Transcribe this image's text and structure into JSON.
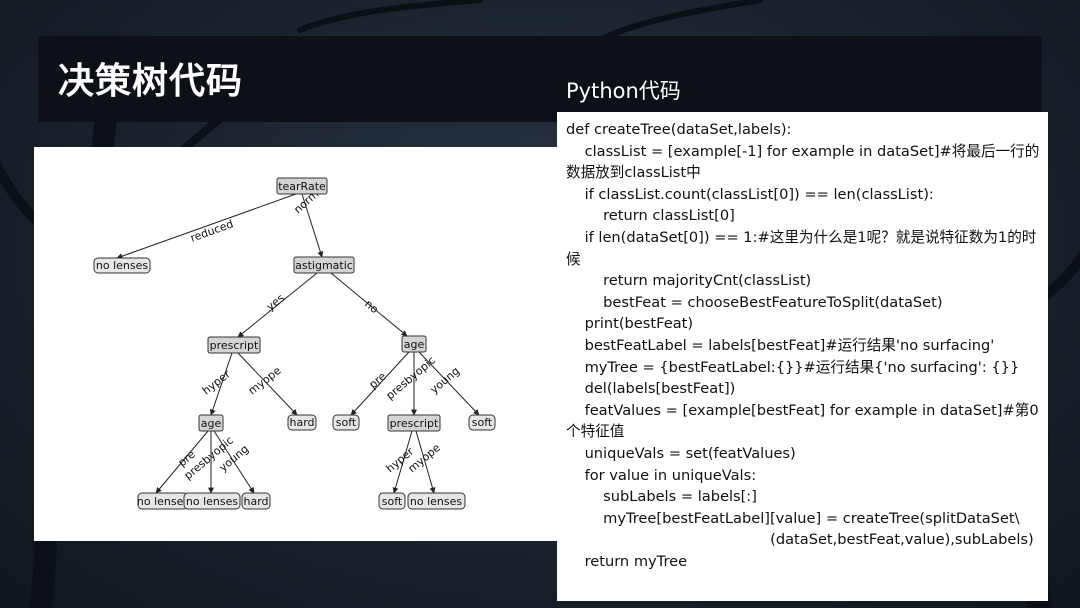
{
  "slide": {
    "title": "决策树代码",
    "code_heading": "Python代码"
  },
  "tree": {
    "nodes": {
      "tearRate": "tearRate",
      "no_lenses_1": "no lenses",
      "astigmatic": "astigmatic",
      "prescript_1": "prescript",
      "age_1": "age",
      "hard": "hard",
      "age_2": "age",
      "no_lenses_2": "no lenses",
      "no_lenses_3": "no lenses",
      "hard_2": "hard",
      "soft_1": "soft",
      "prescript_2": "prescript",
      "soft_2": "soft",
      "soft_3": "soft",
      "no_lenses_4": "no lenses"
    },
    "edges": {
      "reduced": "reduced",
      "normal": "normal",
      "yes": "yes",
      "no": "no",
      "hyper_1": "hyper",
      "myope_1": "myope",
      "pre_1": "pre",
      "presbyopic_1": "presbyopic",
      "young_1": "young",
      "pre_2": "pre",
      "presbyopic_2": "presbyopic",
      "young_2": "young",
      "hyper_2": "hyper",
      "myope_2": "myope"
    }
  },
  "code": {
    "lines": [
      "def createTree(dataSet,labels):",
      "    classList = [example[-1] for example in dataSet]#将最后一行的数据放到classList中",
      "    if classList.count(classList[0]) == len(classList):",
      "        return classList[0]",
      "    if len(dataSet[0]) == 1:#这里为什么是1呢？就是说特征数为1的时候",
      "        return majorityCnt(classList)",
      "        bestFeat = chooseBestFeatureToSplit(dataSet)",
      "    print(bestFeat)",
      "    bestFeatLabel = labels[bestFeat]#运行结果'no surfacing'",
      "    myTree = {bestFeatLabel:{}}#运行结果{'no surfacing': {}}",
      "    del(labels[bestFeat])",
      "    featValues = [example[bestFeat] for example in dataSet]#第0个特征值",
      "    uniqueVals = set(featValues)",
      "    for value in uniqueVals:",
      "        subLabels = labels[:]",
      "        myTree[bestFeatLabel][value] = createTree(splitDataSet\\",
      "                                            (dataSet,bestFeat,value),subLabels)",
      "    return myTree"
    ]
  }
}
